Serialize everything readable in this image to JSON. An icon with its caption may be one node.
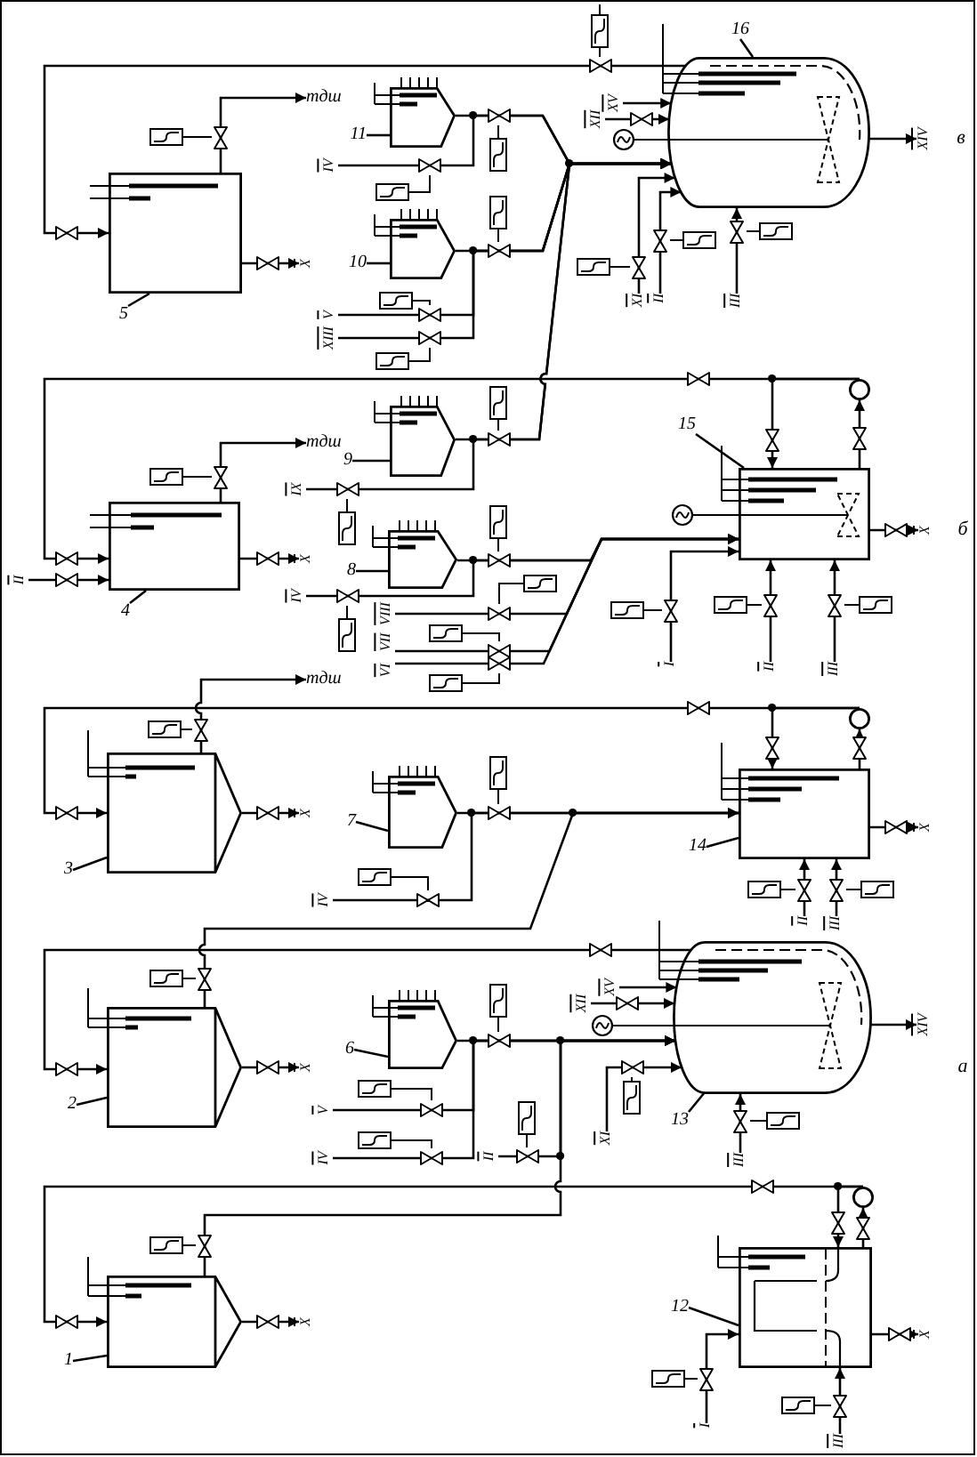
{
  "diagram": {
    "nodes": [
      {
        "text": [],
        "shape": "box"
      },
      {
        "text": [
          "5"
        ]
      },
      {
        "text": [],
        "shape": "pentagon"
      },
      {
        "text": [
          "11"
        ]
      },
      {
        "text": [],
        "shape": "pentagon"
      },
      {
        "text": [
          "10"
        ]
      },
      {
        "text": [],
        "shape": "vessel"
      },
      {
        "text": [
          "16"
        ]
      },
      {
        "text": [
          "тдш"
        ]
      },
      {
        "text": [
          "X"
        ]
      },
      {
        "text": [
          "IV"
        ]
      },
      {
        "text": [
          "V"
        ]
      },
      {
        "text": [
          "XIII"
        ]
      },
      {
        "text": [
          "XV"
        ]
      },
      {
        "text": [
          "XII"
        ]
      },
      {
        "text": [
          "XIV"
        ]
      },
      {
        "text": [
          "XI"
        ]
      },
      {
        "text": [
          "II"
        ]
      },
      {
        "text": [
          "III"
        ]
      },
      {
        "text": [],
        "shape": "circle"
      },
      {
        "text": [],
        "shape": "pentagon"
      },
      {
        "text": [
          "9"
        ]
      },
      {
        "text": [
          "тдш"
        ]
      },
      {
        "text": [
          "IX"
        ]
      },
      {
        "text": [],
        "shape": "box"
      },
      {
        "text": [
          "4"
        ]
      },
      {
        "text": [
          "II"
        ]
      },
      {
        "text": [
          "X"
        ]
      },
      {
        "text": [],
        "shape": "pentagon"
      },
      {
        "text": [
          "8"
        ]
      },
      {
        "text": [],
        "shape": "box"
      },
      {
        "text": [
          "15"
        ]
      },
      {
        "text": [
          "X"
        ]
      },
      {
        "text": [
          "IV"
        ]
      },
      {
        "text": [
          "VIII"
        ]
      },
      {
        "text": [
          "VII"
        ]
      },
      {
        "text": [
          "VI"
        ]
      },
      {
        "text": [
          "I"
        ]
      },
      {
        "text": [
          "II"
        ]
      },
      {
        "text": [
          "III"
        ]
      },
      {
        "text": [
          "тдш"
        ]
      },
      {
        "text": [],
        "shape": "circle"
      },
      {
        "text": [],
        "shape": "hopper"
      },
      {
        "text": [
          "3"
        ]
      },
      {
        "text": [
          "X"
        ]
      },
      {
        "text": [],
        "shape": "pentagon"
      },
      {
        "text": [
          "7"
        ]
      },
      {
        "text": [],
        "shape": "box"
      },
      {
        "text": [
          "14"
        ]
      },
      {
        "text": [
          "X"
        ]
      },
      {
        "text": [
          "IV"
        ]
      },
      {
        "text": [
          "II"
        ]
      },
      {
        "text": [
          "III"
        ]
      },
      {
        "text": [],
        "shape": "hopper"
      },
      {
        "text": [
          "2"
        ]
      },
      {
        "text": [
          "X"
        ]
      },
      {
        "text": [],
        "shape": "pentagon"
      },
      {
        "text": [
          "6"
        ]
      },
      {
        "text": [],
        "shape": "vessel"
      },
      {
        "text": [
          "13"
        ]
      },
      {
        "text": [
          "XV"
        ]
      },
      {
        "text": [
          "XII"
        ]
      },
      {
        "text": [
          "XIV"
        ]
      },
      {
        "text": [
          "V"
        ]
      },
      {
        "text": [
          "XI"
        ]
      },
      {
        "text": [
          "IV"
        ]
      },
      {
        "text": [
          "II"
        ]
      },
      {
        "text": [
          "III"
        ]
      },
      {
        "text": [],
        "shape": "circle"
      },
      {
        "text": [],
        "shape": "hopper"
      },
      {
        "text": [
          "1"
        ]
      },
      {
        "text": [
          "X"
        ]
      },
      {
        "text": [],
        "shape": "box"
      },
      {
        "text": [
          "12"
        ]
      },
      {
        "text": [
          "X"
        ]
      },
      {
        "text": [
          "I"
        ]
      },
      {
        "text": [
          "III"
        ]
      }
    ],
    "edges": [
      {
        "from": 1,
        "to": 0,
        "arrow": "none"
      },
      {
        "from": 3,
        "to": 2,
        "arrow": "none"
      },
      {
        "from": 5,
        "to": 4,
        "arrow": "none"
      },
      {
        "from": 7,
        "to": 6,
        "arrow": "none"
      },
      {
        "from": 21,
        "to": 20,
        "arrow": "none"
      },
      {
        "from": 25,
        "to": 24,
        "arrow": "none"
      },
      {
        "from": 29,
        "to": 28,
        "arrow": "none"
      },
      {
        "from": 31,
        "to": 30,
        "arrow": "none"
      },
      {
        "from": 43,
        "to": 42,
        "arrow": "none"
      },
      {
        "from": 46,
        "to": 45,
        "arrow": "none"
      },
      {
        "from": 48,
        "to": 47,
        "arrow": "none"
      },
      {
        "from": 54,
        "to": 53,
        "arrow": "none"
      },
      {
        "from": 57,
        "to": 56,
        "arrow": "none"
      },
      {
        "from": 59,
        "to": 58,
        "arrow": "none"
      },
      {
        "from": 70,
        "to": 69,
        "arrow": "none"
      },
      {
        "from": 73,
        "to": 72,
        "arrow": "none"
      },
      {
        "from": 6,
        "to": 0,
        "arrow": "to"
      },
      {
        "from": 0,
        "to": 8,
        "arrow": "to"
      },
      {
        "from": 0,
        "to": 9,
        "arrow": "to"
      },
      {
        "from": 2,
        "to": 6,
        "arrow": "to"
      },
      {
        "from": 10,
        "to": 6,
        "arrow": "to"
      },
      {
        "from": 4,
        "to": 6,
        "arrow": "to"
      },
      {
        "from": 11,
        "to": 6,
        "arrow": "to"
      },
      {
        "from": 12,
        "to": 6,
        "arrow": "to"
      },
      {
        "from": 13,
        "to": 6,
        "arrow": "to"
      },
      {
        "from": 14,
        "to": 6,
        "arrow": "to"
      },
      {
        "from": 6,
        "to": 15,
        "arrow": "to"
      },
      {
        "from": 16,
        "to": 6,
        "arrow": "to"
      },
      {
        "from": 17,
        "to": 6,
        "arrow": "to"
      },
      {
        "from": 18,
        "to": 6,
        "arrow": "to"
      },
      {
        "from": 20,
        "to": 6,
        "arrow": "to"
      },
      {
        "from": 23,
        "to": 6,
        "arrow": "to"
      },
      {
        "from": 19,
        "to": 24,
        "arrow": "to"
      },
      {
        "from": 19,
        "to": 30,
        "arrow": "to"
      },
      {
        "from": 30,
        "to": 19,
        "arrow": "to"
      },
      {
        "from": 24,
        "to": 22,
        "arrow": "to"
      },
      {
        "from": 26,
        "to": 24,
        "arrow": "to"
      },
      {
        "from": 24,
        "to": 27,
        "arrow": "to"
      },
      {
        "from": 28,
        "to": 30,
        "arrow": "to"
      },
      {
        "from": 33,
        "to": 30,
        "arrow": "to"
      },
      {
        "from": 34,
        "to": 30,
        "arrow": "to"
      },
      {
        "from": 35,
        "to": 30,
        "arrow": "to"
      },
      {
        "from": 36,
        "to": 30,
        "arrow": "to"
      },
      {
        "from": 37,
        "to": 30,
        "arrow": "to"
      },
      {
        "from": 38,
        "to": 30,
        "arrow": "to"
      },
      {
        "from": 39,
        "to": 30,
        "arrow": "to"
      },
      {
        "from": 30,
        "to": 32,
        "arrow": "to"
      },
      {
        "from": 41,
        "to": 42,
        "arrow": "to"
      },
      {
        "from": 41,
        "to": 47,
        "arrow": "to"
      },
      {
        "from": 47,
        "to": 41,
        "arrow": "to"
      },
      {
        "from": 42,
        "to": 40,
        "arrow": "to"
      },
      {
        "from": 42,
        "to": 44,
        "arrow": "to"
      },
      {
        "from": 45,
        "to": 47,
        "arrow": "to"
      },
      {
        "from": 50,
        "to": 47,
        "arrow": "to"
      },
      {
        "from": 53,
        "to": 47,
        "arrow": "to"
      },
      {
        "from": 51,
        "to": 47,
        "arrow": "to"
      },
      {
        "from": 52,
        "to": 47,
        "arrow": "to"
      },
      {
        "from": 47,
        "to": 49,
        "arrow": "to"
      },
      {
        "from": 58,
        "to": 53,
        "arrow": "to"
      },
      {
        "from": 53,
        "to": 55,
        "arrow": "to"
      },
      {
        "from": 56,
        "to": 58,
        "arrow": "to"
      },
      {
        "from": 63,
        "to": 58,
        "arrow": "to"
      },
      {
        "from": 65,
        "to": 58,
        "arrow": "to"
      },
      {
        "from": 66,
        "to": 58,
        "arrow": "to"
      },
      {
        "from": 69,
        "to": 58,
        "arrow": "to"
      },
      {
        "from": 60,
        "to": 58,
        "arrow": "to"
      },
      {
        "from": 61,
        "to": 58,
        "arrow": "to"
      },
      {
        "from": 64,
        "to": 58,
        "arrow": "to"
      },
      {
        "from": 67,
        "to": 58,
        "arrow": "to"
      },
      {
        "from": 58,
        "to": 62,
        "arrow": "to"
      },
      {
        "from": 68,
        "to": 69,
        "arrow": "to"
      },
      {
        "from": 68,
        "to": 72,
        "arrow": "to"
      },
      {
        "from": 72,
        "to": 68,
        "arrow": "to"
      },
      {
        "from": 69,
        "to": 71,
        "arrow": "to"
      },
      {
        "from": 75,
        "to": 72,
        "arrow": "to"
      },
      {
        "from": 76,
        "to": 72,
        "arrow": "to"
      },
      {
        "from": 72,
        "to": 74,
        "arrow": "to"
      }
    ],
    "labels": [
      "в",
      "б",
      "а"
    ]
  }
}
